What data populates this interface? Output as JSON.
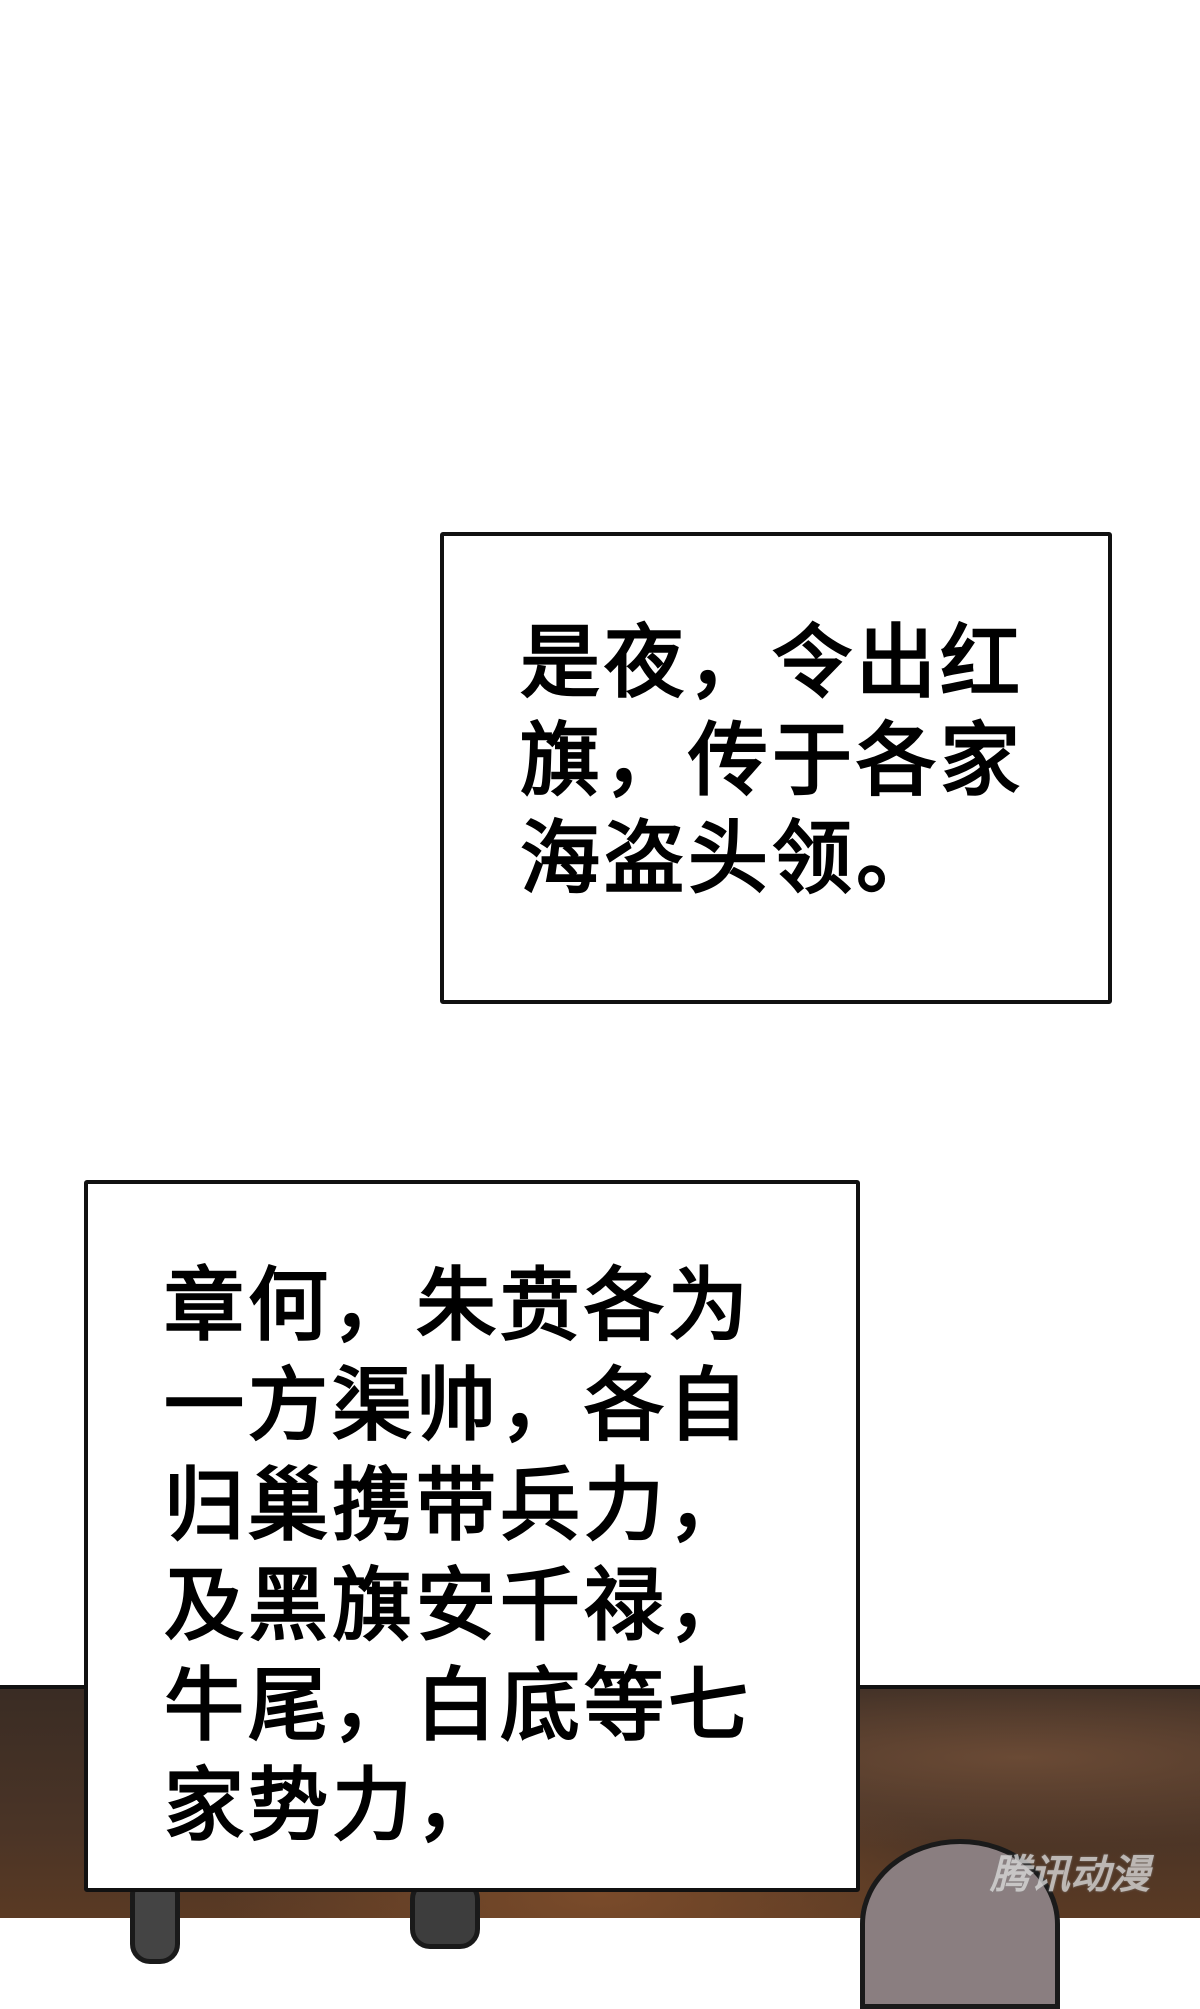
{
  "captions": [
    {
      "lines": "是夜，令出红\n旗，传于各家\n海盗头领。"
    },
    {
      "lines": "章何，朱贲各为\n一方渠帅，各自\n归巢携带兵力，\n及黑旗安千禄，\n牛尾，白底等七\n家势力，"
    }
  ],
  "watermark": "腾讯动漫",
  "colors": {
    "scene_bg": "#4a3426",
    "border": "#111111"
  }
}
